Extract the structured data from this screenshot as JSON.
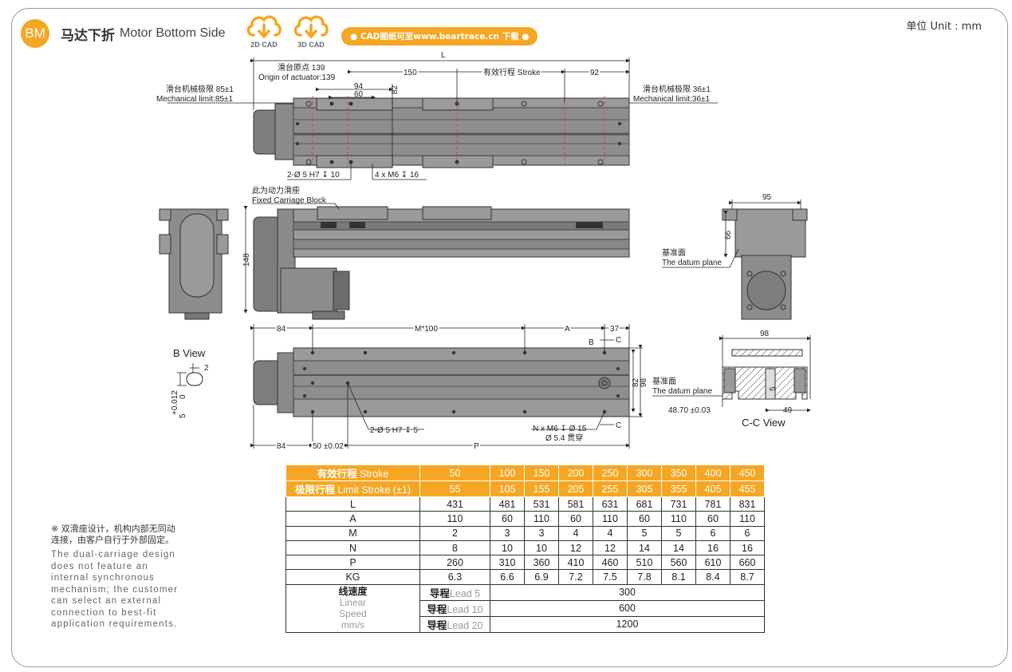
{
  "header": {
    "badge": "BM",
    "title_cn": "马达下折",
    "title_en": "Motor Bottom Side",
    "cad_2d": "2D CAD",
    "cad_3d": "3D CAD",
    "cad_download": "● CAD图纸可至www.beartrace.cn 下载 ●",
    "unit": "单位 Unit : mm"
  },
  "colors": {
    "accent": "#f5a623",
    "body_grey": "#8c8c8c",
    "dark_grey": "#5a5a5a"
  },
  "top_view": {
    "L": "L",
    "origin_cn": "滑台原点 139",
    "origin_en": "Origin of actuator:139",
    "d150": "150",
    "stroke": "有效行程 Stroke",
    "d92": "92",
    "d94": "94",
    "d60": "60",
    "d82": "82",
    "left_limit_cn": "滑台机械极限 85±1",
    "left_limit_en": "Mechanical limit:85±1",
    "right_limit_cn": "滑台机械极限 36±1",
    "right_limit_en": "Mechanical limit:36±1",
    "hole_pin": "2-Ø 5 H7 ↧ 10",
    "hole_thread": "4 x M6 ↧ 16"
  },
  "side_view": {
    "fixed_cn": "此为动力滑座",
    "fixed_en": "Fixed Carriage Block",
    "d148": "148"
  },
  "end_view": {
    "d95": "95",
    "d66": "66",
    "datum_cn": "基准面",
    "datum_en": "The datum plane"
  },
  "bottom_view": {
    "d84_top": "84",
    "m100": "M*100",
    "a": "A",
    "d37": "37",
    "b": "B",
    "c": "C",
    "d82": "82",
    "d98": "98",
    "pin": "2-Ø 5 H7 ↧ 5",
    "n_thread": "N x M6 ↧ Ø 15",
    "through": "Ø 5.4 贯穿",
    "d84_bot": "84",
    "d50": "50 ±0.02",
    "p": "P",
    "c2": "C"
  },
  "b_view": {
    "title": "B View",
    "d2": "2",
    "tol": "+0.012",
    "tol0": "0",
    "d5": "5"
  },
  "cc_view": {
    "title": "C-C View",
    "d98": "98",
    "datum_cn": "基准面",
    "datum_en": "The datum plane",
    "h": "48.70 ±0.03",
    "d49": "49",
    "d5": "5"
  },
  "note": {
    "cn": "※ 双滑座设计，机构内部无同动连接，由客户自行于外部固定。",
    "en": "The dual-carriage design does not feature an internal synchronous mechanism; the customer can select an external connection to best-fit application requirements."
  },
  "table": {
    "stroke_label_cn": "有效行程",
    "stroke_label_en": "Stroke",
    "stroke": [
      "50",
      "100",
      "150",
      "200",
      "250",
      "300",
      "350",
      "400",
      "450"
    ],
    "limit_label_cn": "极限行程",
    "limit_label_en": "Limit Stroke (±1)",
    "limit": [
      "55",
      "105",
      "155",
      "205",
      "255",
      "305",
      "355",
      "405",
      "455"
    ],
    "rows": [
      {
        "label": "L",
        "values": [
          "431",
          "481",
          "531",
          "581",
          "631",
          "681",
          "731",
          "781",
          "831"
        ]
      },
      {
        "label": "A",
        "values": [
          "110",
          "60",
          "110",
          "60",
          "110",
          "60",
          "110",
          "60",
          "110"
        ]
      },
      {
        "label": "M",
        "values": [
          "2",
          "3",
          "3",
          "4",
          "4",
          "5",
          "5",
          "6",
          "6"
        ]
      },
      {
        "label": "N",
        "values": [
          "8",
          "10",
          "10",
          "12",
          "12",
          "14",
          "14",
          "16",
          "16"
        ]
      },
      {
        "label": "P",
        "values": [
          "260",
          "310",
          "360",
          "410",
          "460",
          "510",
          "560",
          "610",
          "660"
        ]
      },
      {
        "label": "KG",
        "values": [
          "6.3",
          "6.6",
          "6.9",
          "7.2",
          "7.5",
          "7.8",
          "8.1",
          "8.4",
          "8.7"
        ]
      }
    ],
    "speed_cn": "线速度",
    "speed_en1": "Linear",
    "speed_en2": "Speed",
    "speed_unit": "mm/s",
    "leads": [
      {
        "cn": "导程",
        "en": "Lead 5",
        "value": "300"
      },
      {
        "cn": "导程",
        "en": "Lead 10",
        "value": "600"
      },
      {
        "cn": "导程",
        "en": "Lead 20",
        "value": "1200"
      }
    ]
  }
}
